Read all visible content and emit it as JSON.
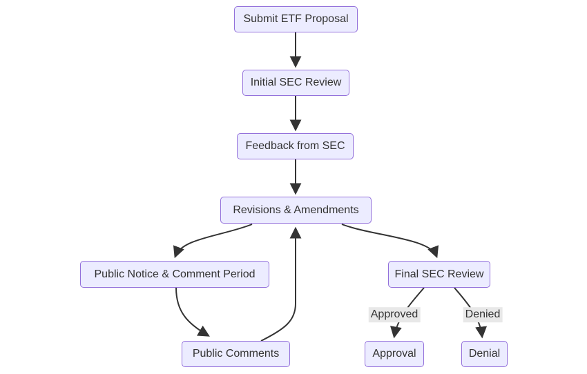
{
  "diagram": {
    "type": "flowchart",
    "direction": "top-down",
    "nodes": [
      {
        "id": "submit",
        "label": "Submit ETF Proposal"
      },
      {
        "id": "initial_review",
        "label": "Initial SEC Review"
      },
      {
        "id": "feedback",
        "label": "Feedback from SEC"
      },
      {
        "id": "revisions",
        "label": "Revisions & Amendments"
      },
      {
        "id": "public_notice",
        "label": "Public Notice & Comment Period"
      },
      {
        "id": "final_review",
        "label": "Final SEC Review"
      },
      {
        "id": "public_comments",
        "label": "Public Comments"
      },
      {
        "id": "approval",
        "label": "Approval"
      },
      {
        "id": "denial",
        "label": "Denial"
      }
    ],
    "edges": [
      {
        "from": "submit",
        "to": "initial_review",
        "label": ""
      },
      {
        "from": "initial_review",
        "to": "feedback",
        "label": ""
      },
      {
        "from": "feedback",
        "to": "revisions",
        "label": ""
      },
      {
        "from": "revisions",
        "to": "public_notice",
        "label": ""
      },
      {
        "from": "revisions",
        "to": "final_review",
        "label": ""
      },
      {
        "from": "public_notice",
        "to": "public_comments",
        "label": ""
      },
      {
        "from": "public_comments",
        "to": "revisions",
        "label": ""
      },
      {
        "from": "final_review",
        "to": "approval",
        "label": "Approved"
      },
      {
        "from": "final_review",
        "to": "denial",
        "label": "Denied"
      }
    ],
    "colors": {
      "background": "#ffffff",
      "node_fill": "#ECECFF",
      "node_border": "#9370DB",
      "node_text": "#333333",
      "edge_line": "#333333",
      "edge_label_bg": "#e8e8e8",
      "edge_label_text": "#333333"
    }
  }
}
